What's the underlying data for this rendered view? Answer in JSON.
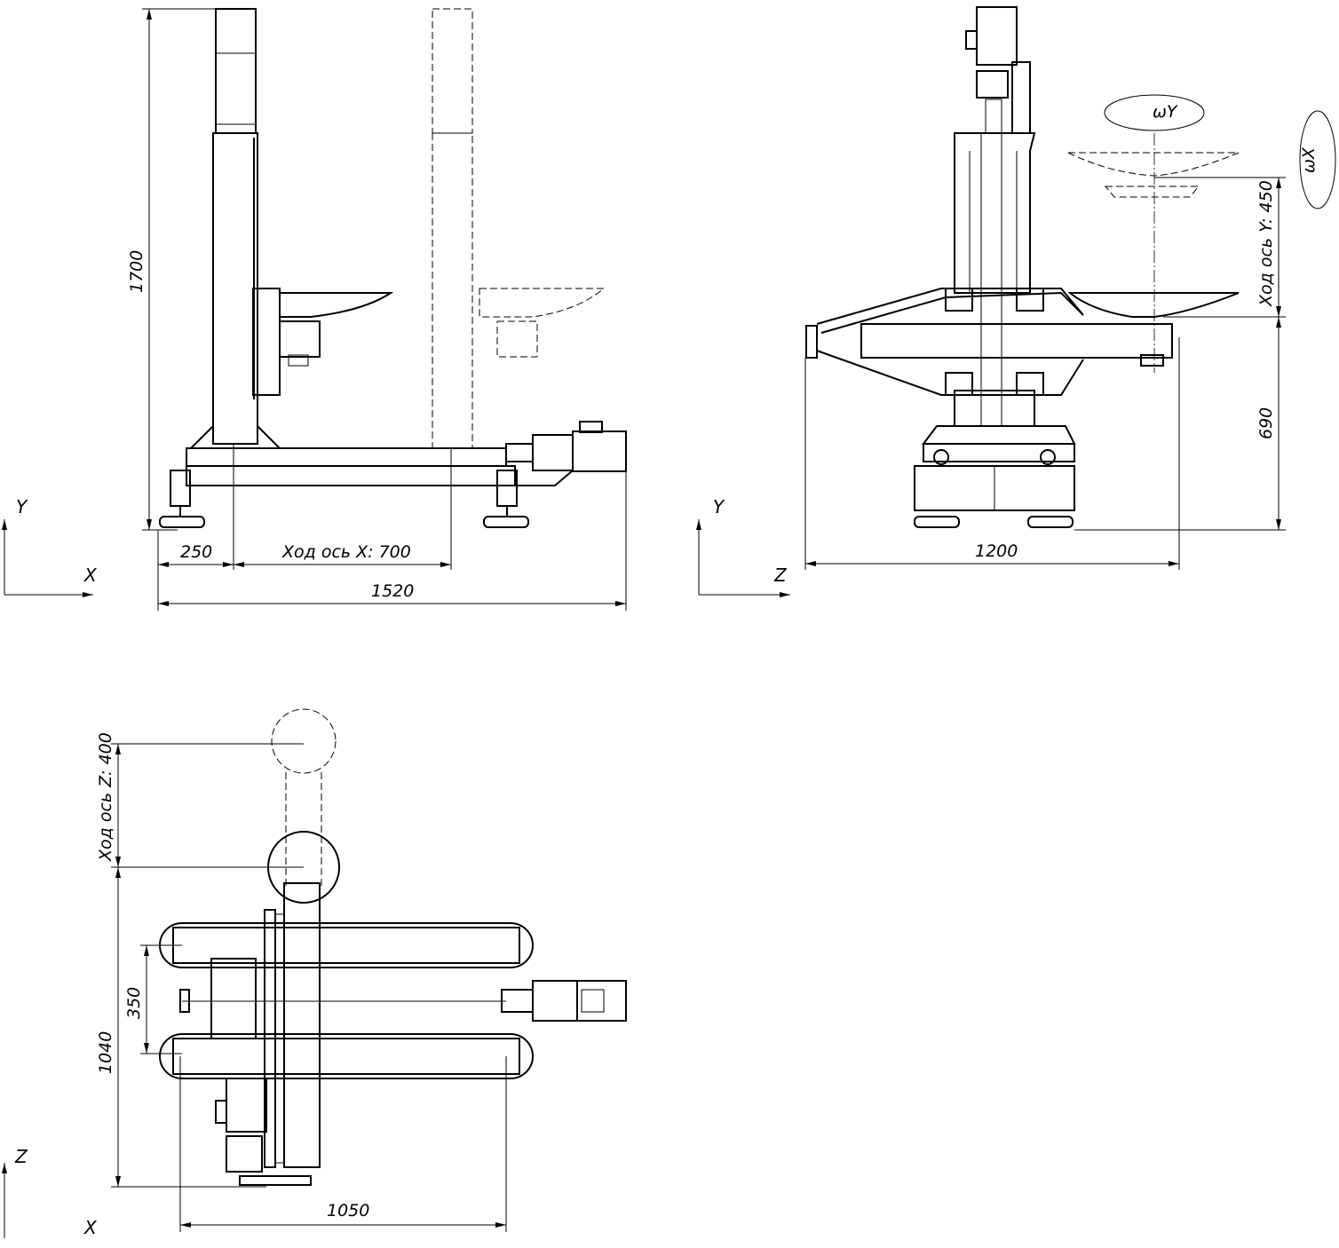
{
  "front_view": {
    "height_dim": "1700",
    "offset_dim": "250",
    "x_travel_dim": "Ход ось X: 700",
    "width_dim": "1520",
    "axis_vertical": "Y",
    "axis_horizontal": "X"
  },
  "side_view": {
    "width_dim": "1200",
    "table_height_dim": "690",
    "y_travel_dim": "Ход ось Y: 450",
    "rotation_y": "ωY",
    "rotation_x": "ωX",
    "axis_vertical": "Y",
    "axis_horizontal": "Z"
  },
  "top_view": {
    "z_travel_dim": "Ход ось Z: 400",
    "rail_spacing_dim": "350",
    "depth_dim": "1040",
    "width_dim": "1050",
    "axis_vertical": "Z",
    "axis_horizontal": "X"
  }
}
